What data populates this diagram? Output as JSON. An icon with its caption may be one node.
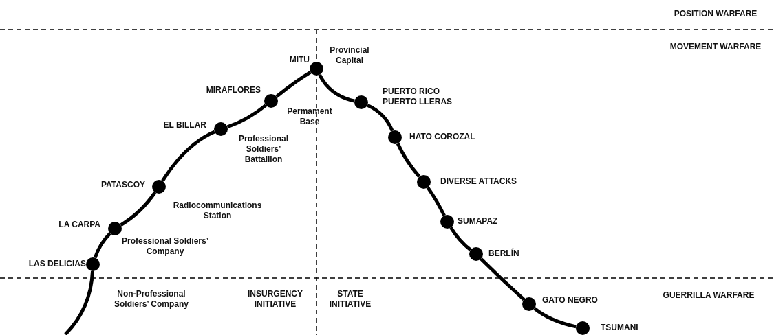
{
  "diagram": {
    "nodes": [
      {
        "text": [
          "LAS DELICIAS"
        ]
      },
      {
        "text": [
          "LA CARPA"
        ],
        "beside": [
          "Professional Soldiers’ Company"
        ]
      },
      {
        "text": [
          "PATASCOY"
        ],
        "beside": [
          "Radiocommunications Station"
        ]
      },
      {
        "text": [
          "EL BILLAR"
        ],
        "beside": [
          "Professional Soldiers’ Battallion"
        ]
      },
      {
        "text": [
          "MIRAFLORES"
        ],
        "beside": [
          "Permament Base"
        ]
      },
      {
        "text": [
          "MITU"
        ],
        "beside": [
          "Provincial Capital"
        ]
      },
      {
        "text": [
          "PUERTO RICO",
          "PUERTO LLERAS"
        ]
      },
      {
        "text": [
          "HATO COROZAL"
        ]
      },
      {
        "text": [
          "DIVERSE ATTACKS"
        ]
      },
      {
        "text": [
          "SUMAPAZ"
        ]
      },
      {
        "text": [
          "BERLÍN"
        ]
      },
      {
        "text": [
          "GATO NEGRO"
        ]
      },
      {
        "text": [
          "TSUMANI"
        ]
      }
    ],
    "edges": [
      {
        "from": null,
        "to": 0,
        "arrow": "none"
      },
      {
        "from": 0,
        "to": 1,
        "arrow": "none"
      },
      {
        "from": 1,
        "to": 2,
        "arrow": "none"
      },
      {
        "from": 2,
        "to": 3,
        "arrow": "none"
      },
      {
        "from": 3,
        "to": 4,
        "arrow": "none"
      },
      {
        "from": 4,
        "to": 5,
        "arrow": "none"
      },
      {
        "from": 5,
        "to": 6,
        "arrow": "none"
      },
      {
        "from": 6,
        "to": 7,
        "arrow": "none"
      },
      {
        "from": 7,
        "to": 8,
        "arrow": "none"
      },
      {
        "from": 8,
        "to": 9,
        "arrow": "none"
      },
      {
        "from": 9,
        "to": 10,
        "arrow": "none"
      },
      {
        "from": 10,
        "to": 11,
        "arrow": "none"
      },
      {
        "from": 11,
        "to": 12,
        "arrow": "none"
      }
    ],
    "labels": [
      "POSITION WARFARE",
      "MOVEMENT WARFARE",
      "Non-Professional Soldiers’ Company",
      "INSURGENCY INITIATIVE",
      "STATE INITIATIVE",
      "GUERRILLA WARFARE"
    ]
  }
}
